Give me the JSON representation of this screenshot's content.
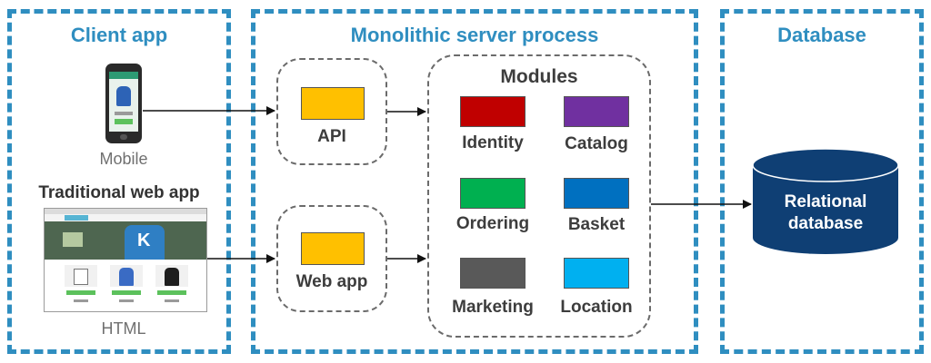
{
  "groups": {
    "client": {
      "title": "Client app"
    },
    "server": {
      "title": "Monolithic server process"
    },
    "database": {
      "title": "Database"
    }
  },
  "client": {
    "mobile_label": "Mobile",
    "web_title": "Traditional web app",
    "html_label": "HTML",
    "shop_logo": "K"
  },
  "server": {
    "api_label": "API",
    "webapp_label": "Web app",
    "modules_title": "Modules",
    "modules": [
      {
        "label": "Identity",
        "color": "#c00000"
      },
      {
        "label": "Catalog",
        "color": "#7030a0"
      },
      {
        "label": "Ordering",
        "color": "#00b050"
      },
      {
        "label": "Basket",
        "color": "#0070c0"
      },
      {
        "label": "Marketing",
        "color": "#595959"
      },
      {
        "label": "Location",
        "color": "#00b0f0"
      }
    ],
    "entry_color": "#ffc000"
  },
  "database": {
    "label_line1": "Relational",
    "label_line2": "database",
    "color": "#0f3f74"
  },
  "colors": {
    "group_border": "#2f8ec0",
    "inner_border": "#6b6b6b"
  }
}
